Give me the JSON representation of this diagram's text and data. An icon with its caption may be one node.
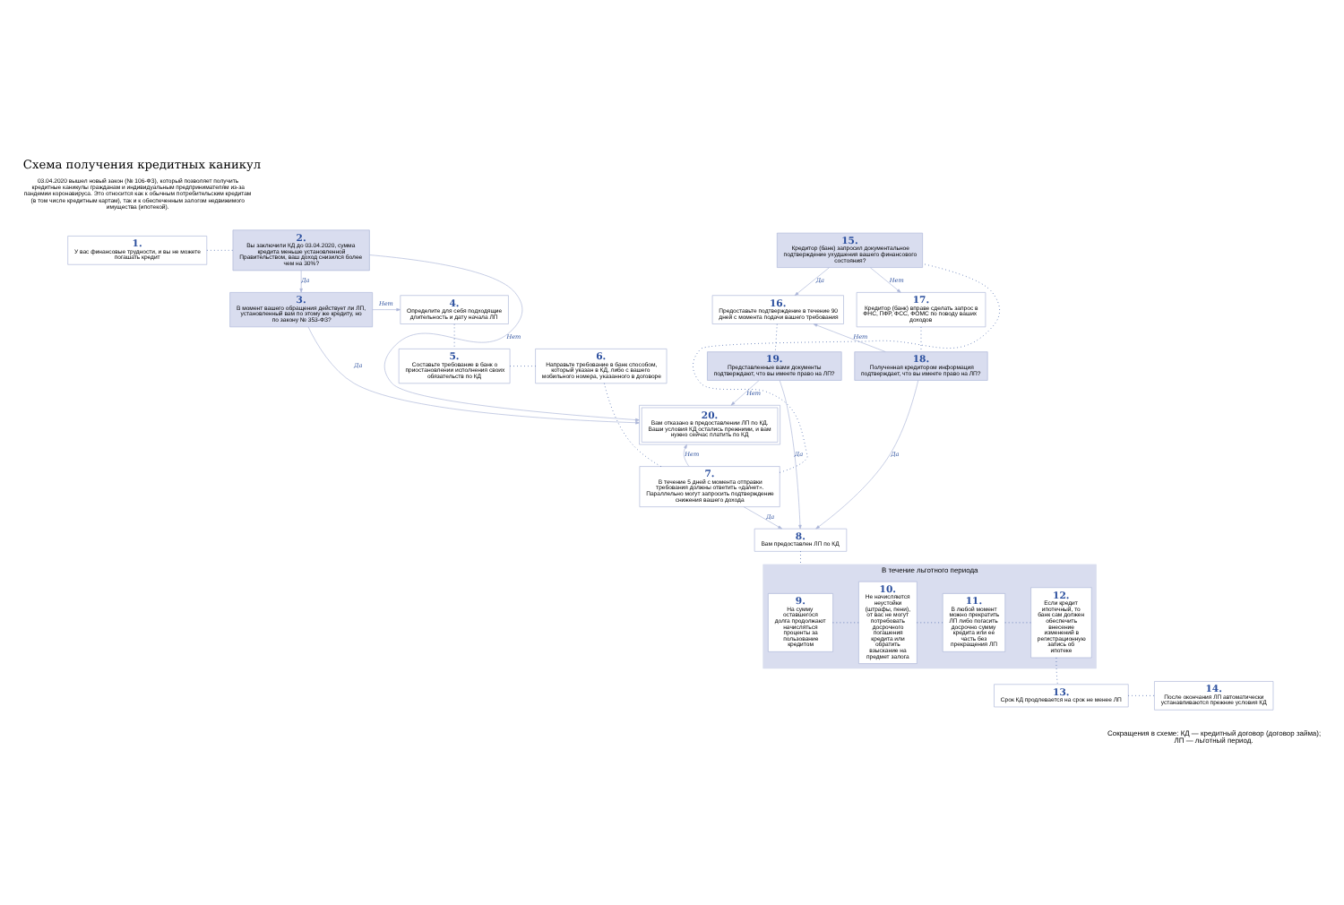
{
  "diagram": {
    "title": "Схема получения кредитных каникул",
    "nodes": [
      {
        "text": [
          "1.",
          "У вас финансовые трудности, и вы не можете погашать кредит"
        ]
      },
      {
        "text": [
          "2.",
          "Вы заключили КД до 03.04.2020, сумма кредита меньше установленной Правительством, ваш доход снизился более чем на 30%?"
        ]
      },
      {
        "text": [
          "3.",
          "В момент вашего обращения действует ли ЛП, установленный вам по этому же кредиту, но по закону № 353-ФЗ?"
        ]
      },
      {
        "text": [
          "4.",
          "Определите для себя подходящие длительность и дату начала ЛП"
        ]
      },
      {
        "text": [
          "5.",
          "Составьте требование в банк о приостановлении исполнения своих обязательств по КД"
        ]
      },
      {
        "text": [
          "6.",
          "Направьте требование в банк способом, который указан в КД, либо с вашего мобильного номера, указанного в договоре"
        ]
      },
      {
        "text": [
          "15.",
          "Кредитор (банк) запросил документальное подтверждение ухудшения вашего финансового состояния?"
        ]
      },
      {
        "text": [
          "17.",
          "Кредитор (банк) вправе сделать запрос в ФНС, ПФР, ФСС, ФОМС по поводу ваших доходов"
        ]
      },
      {
        "text": [
          "16.",
          "Предоставьте подтверждение в течение 90 дней с момента подачи вашего требования"
        ]
      },
      {
        "text": [
          "18.",
          "Полученная кредитором информация подтверждает, что вы имеете право на ЛП?"
        ]
      },
      {
        "text": [
          "19.",
          "Представленные вами документы подтверждают, что вы имеете право на ЛП?"
        ]
      },
      {
        "text": [
          "20.",
          "Вам отказано в предоставлении ЛП по КД. Ваши условия КД остались прежними, и вам нужно сейчас платить по КД"
        ]
      },
      {
        "text": [
          "7.",
          "В течение 5 дней с момента отправки требования должны ответить «да/нет». Параллельно могут запросить подтверждение снижения вашего дохода"
        ]
      },
      {
        "text": [
          "8.",
          "Вам предоставлен ЛП по КД"
        ]
      },
      {
        "text": [
          "В течение льготного периода"
        ]
      },
      {
        "text": [
          "9.",
          "На сумму оставшегося долга продолжают начисляться проценты за пользование кредитом"
        ],
        "in": 14
      },
      {
        "text": [
          "10.",
          "Не начисляются неустойки (штрафы, пени), от вас не могут потребовать досрочного погашения кредита или обратить взыскание на предмет залога"
        ],
        "in": 14
      },
      {
        "text": [
          "11.",
          "В любой момент можно прекратить ЛП либо погасить досрочно сумму кредита или ее часть без прекращения ЛП"
        ],
        "in": 14
      },
      {
        "text": [
          "12.",
          "Если кредит ипотечный, то банк сам должен обеспечить внесение изменений в регистрационную запись об ипотеке"
        ],
        "in": 14
      },
      {
        "text": [
          "13.",
          "Срок КД продлевается на срок не менее ЛП"
        ]
      },
      {
        "text": [
          "14.",
          "После окончания ЛП автоматически устанавливаются прежние условия КД"
        ]
      }
    ],
    "edges": [
      {
        "from": 0,
        "to": 1,
        "arrow": "none",
        "style": "dashed"
      },
      {
        "from": 1,
        "to": 2,
        "arrow": "to",
        "label": "Да",
        "color": "#aab4d8"
      },
      {
        "from": 1,
        "to": 11,
        "arrow": "to",
        "label": "Нет",
        "color": "#aab4d8"
      },
      {
        "from": 2,
        "to": 3,
        "arrow": "to",
        "label": "Нет",
        "color": "#aab4d8"
      },
      {
        "from": 2,
        "to": 11,
        "arrow": "to",
        "label": "Да",
        "color": "#aab4d8"
      },
      {
        "from": 3,
        "to": 4,
        "arrow": "none",
        "style": "dashed"
      },
      {
        "from": 4,
        "to": 5,
        "arrow": "none",
        "style": "dashed"
      },
      {
        "from": 5,
        "to": 12,
        "arrow": "none",
        "style": "dashed"
      },
      {
        "from": 6,
        "to": 7,
        "arrow": "to",
        "label": "Нет",
        "color": "#aab4d8"
      },
      {
        "from": 6,
        "to": 8,
        "arrow": "to",
        "label": "Да",
        "color": "#aab4d8"
      },
      {
        "from": 7,
        "to": 9,
        "arrow": "none",
        "style": "dashed"
      },
      {
        "from": 8,
        "to": 10,
        "arrow": "none",
        "style": "dashed"
      },
      {
        "from": 9,
        "to": 8,
        "arrow": "to",
        "label": "Нет",
        "color": "#aab4d8"
      },
      {
        "from": 9,
        "to": 13,
        "arrow": "to",
        "label": "Да",
        "color": "#aab4d8"
      },
      {
        "from": 10,
        "to": 11,
        "arrow": "to",
        "label": "Нет",
        "color": "#aab4d8"
      },
      {
        "from": 10,
        "to": 13,
        "arrow": "to",
        "label": "Да",
        "color": "#aab4d8"
      },
      {
        "from": 12,
        "to": 6,
        "arrow": "none",
        "style": "dashed"
      },
      {
        "from": 12,
        "to": 11,
        "arrow": "to",
        "label": "Нет",
        "color": "#aab4d8"
      },
      {
        "from": 12,
        "to": 13,
        "arrow": "to",
        "label": "Да",
        "color": "#aab4d8"
      },
      {
        "from": 13,
        "to": 14,
        "arrow": "none",
        "style": "dashed"
      },
      {
        "from": 15,
        "to": 16,
        "arrow": "none",
        "style": "dashed"
      },
      {
        "from": 16,
        "to": 17,
        "arrow": "none",
        "style": "dashed"
      },
      {
        "from": 17,
        "to": 18,
        "arrow": "none",
        "style": "dashed"
      },
      {
        "from": 18,
        "to": 19,
        "arrow": "none",
        "style": "dashed"
      },
      {
        "from": 19,
        "to": 20,
        "arrow": "none",
        "style": "dashed"
      }
    ],
    "labels": [
      "03.04.2020 вышел новый закон (№ 106-ФЗ), который позволяет получить кредитные каникулы гражданам и индивидуальным предпринимателям из-за пандемии коронавируса. Это относится как к обычным потребительским кредитам (в том числе кредитным картам), так и к обеспеченным залогом недвижимого имущества (ипотекой).",
      "Сокращения в схеме: КД — кредитный договор (договор займа); ЛП — льготный период."
    ]
  }
}
